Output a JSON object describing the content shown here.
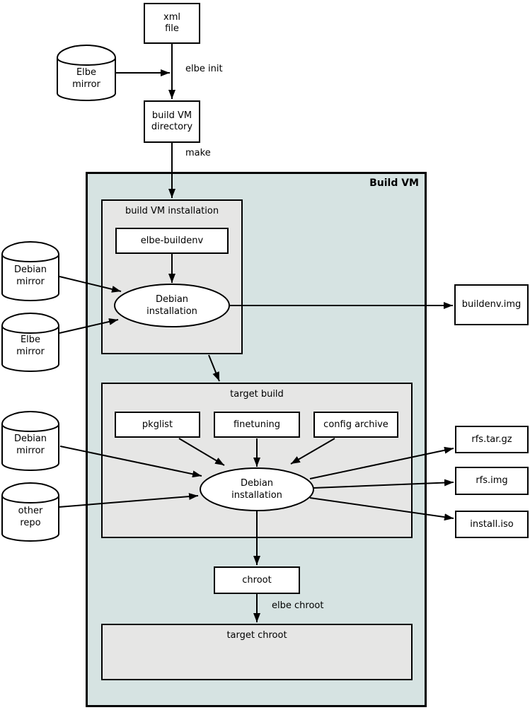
{
  "diagram": {
    "title": "Build VM",
    "sections": {
      "build_vm_installation": "build VM installation",
      "target_build": "target build",
      "target_chroot": "target chroot"
    },
    "nodes": {
      "xml_file": "xml\nfile",
      "build_vm_directory": "build VM\ndirectory",
      "elbe_buildenv": "elbe-buildenv",
      "debian_installation_1": "Debian\ninstallation",
      "buildenv_img": "buildenv.img",
      "pkglist": "pkglist",
      "finetuning": "finetuning",
      "config_archive": "config archive",
      "debian_installation_2": "Debian\ninstallation",
      "rfs_tar_gz": "rfs.tar.gz",
      "rfs_img": "rfs.img",
      "install_iso": "install.iso",
      "chroot": "chroot"
    },
    "cylinders": {
      "elbe_mirror_top": "Elbe\nmirror",
      "debian_mirror_1": "Debian\nmirror",
      "elbe_mirror_2": "Elbe\nmirror",
      "debian_mirror_2": "Debian\nmirror",
      "other_repo": "other\nrepo"
    },
    "edge_labels": {
      "elbe_init": "elbe init",
      "make": "make",
      "elbe_chroot": "elbe chroot"
    },
    "colors": {
      "vm_background": "#d6e3e2",
      "section_background": "#e6e6e5",
      "node_background": "#ffffff",
      "stroke": "#000000"
    }
  }
}
